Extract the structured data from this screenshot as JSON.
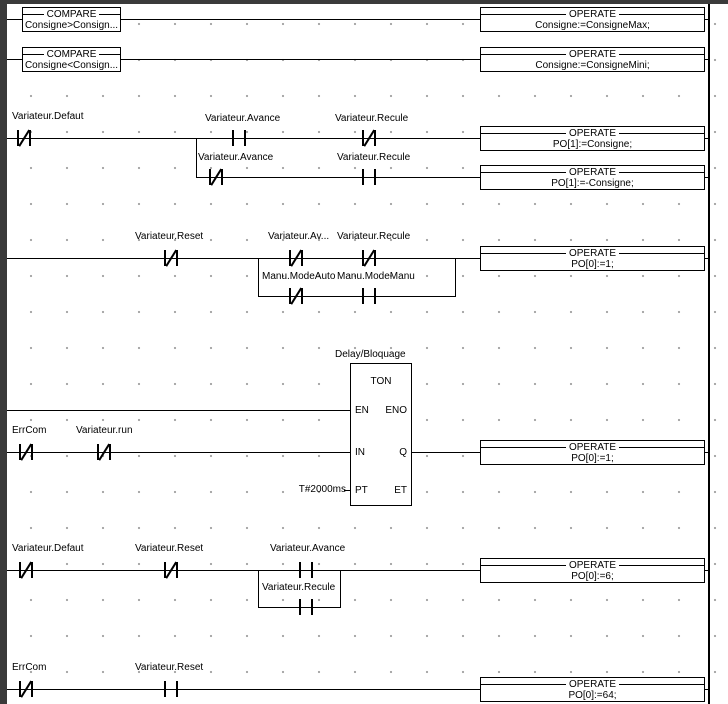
{
  "editor": {
    "language": "LD",
    "wire_color": "#000000",
    "background": "#ffffff",
    "grid_dot_color": "#a6a6a6",
    "frame_color": "#3a3a3a"
  },
  "rung1": {
    "compare": {
      "title": "COMPARE",
      "expr": "Consigne>Consign..."
    },
    "operate": {
      "title": "OPERATE",
      "expr": "Consigne:=ConsigneMax;"
    }
  },
  "rung2": {
    "compare": {
      "title": "COMPARE",
      "expr": "Consigne<Consign..."
    },
    "operate": {
      "title": "OPERATE",
      "expr": "Consigne:=ConsigneMini;"
    }
  },
  "rung3": {
    "contacts": {
      "defaut": "Variateur.Defaut",
      "avance1": "Variateur.Avance",
      "recule1": "Variateur.Recule",
      "avance2": "Variateur.Avance",
      "recule2": "Variateur.Recule"
    },
    "operate_forward": {
      "title": "OPERATE",
      "expr": "PO[1]:=Consigne;"
    },
    "operate_reverse": {
      "title": "OPERATE",
      "expr": "PO[1]:=-Consigne;"
    }
  },
  "rung4": {
    "contacts": {
      "reset": "Variateur.Reset",
      "avance": "Variateur.Av...",
      "recule": "Variateur.Recule",
      "mode_auto": "Manu.ModeAuto",
      "mode_manu": "Manu.ModeManu"
    },
    "operate": {
      "title": "OPERATE",
      "expr": "PO[0]:=1;"
    }
  },
  "rung5": {
    "contacts": {
      "errcom": "ErrCom",
      "run": "Variateur.run"
    },
    "timer": {
      "instance_label": "Delay/Bloquage",
      "type": "TON",
      "pins": {
        "en": "EN",
        "eno": "ENO",
        "in": "IN",
        "q": "Q",
        "pt": "PT",
        "et": "ET"
      },
      "pt_value": "T#2000ms"
    },
    "operate": {
      "title": "OPERATE",
      "expr": "PO[0]:=1;"
    }
  },
  "rung6": {
    "contacts": {
      "defaut": "Variateur.Defaut",
      "reset": "Variateur.Reset",
      "avance": "Variateur.Avance",
      "recule": "Variateur.Recule"
    },
    "operate": {
      "title": "OPERATE",
      "expr": "PO[0]:=6;"
    }
  },
  "rung7": {
    "contacts": {
      "errcom": "ErrCom",
      "reset": "Variateur.Reset"
    },
    "operate": {
      "title": "OPERATE",
      "expr": "PO[0]:=64;"
    }
  }
}
